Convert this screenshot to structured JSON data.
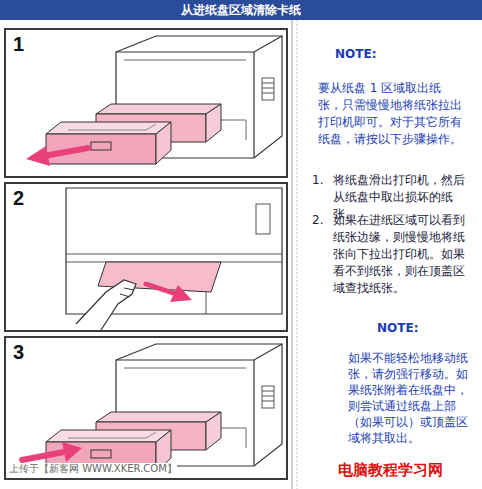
{
  "diagram": {
    "title": "从进纸盘区域清除卡纸",
    "nodes": [
      {
        "text": [
          "1"
        ]
      },
      {
        "text": [
          "2"
        ]
      },
      {
        "text": [
          "3"
        ]
      }
    ],
    "labels": [
      "NOTE:",
      "要从纸盘 1 区域取出纸张，只需慢慢地将纸张拉出打印机即可。对于其它所有纸盘，请按以下步骤操作。",
      "1.",
      "将纸盘滑出打印机，然后从纸盘中取出损坏的纸张。",
      "2.",
      "如果在进纸区域可以看到纸张边缘，则慢慢地将纸张向下拉出打印机。如果看不到纸张，则在顶盖区域查找纸张。",
      "NOTE:",
      "如果不能轻松地移动纸张，请勿强行移动。如果纸张附着在纸盘中，则尝试通过纸盘上部（如果可以）或顶盖区域将其取出。",
      "上传于【新客网 WWW.XKER.COM】",
      "电脑教程学习网"
    ]
  }
}
